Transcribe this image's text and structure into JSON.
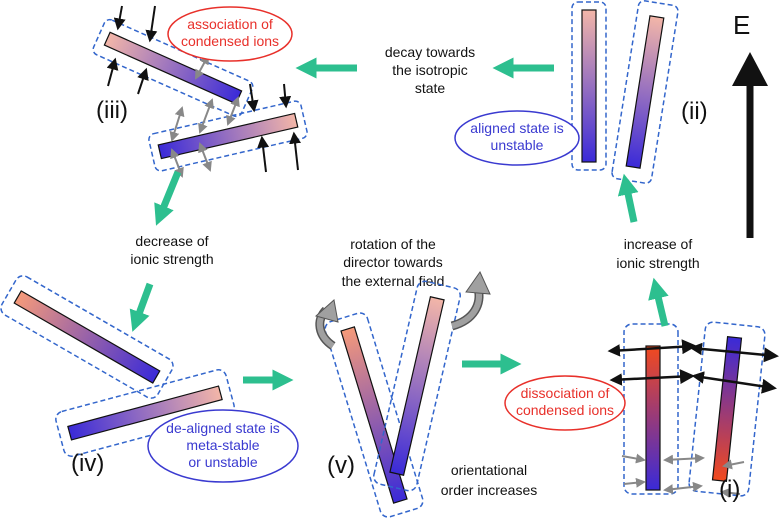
{
  "field_label": "E",
  "stages": {
    "i": "(i)",
    "ii": "(ii)",
    "iii": "(iii)",
    "iv": "(iv)",
    "v": "(v)"
  },
  "labels": {
    "decay_line1": "decay towards",
    "decay_line2": "the isotropic",
    "decay_line3": "state",
    "increase_line1": "increase of",
    "increase_line2": "ionic strength",
    "decrease_line1": "decrease of",
    "decrease_line2": "ionic strength",
    "rotation_line1": "rotation of the",
    "rotation_line2": "director towards",
    "rotation_line3": "the external field",
    "orient_line1": "orientational",
    "orient_line2": "order increases"
  },
  "callouts": {
    "association_line1": "association of",
    "association_line2": "condensed ions",
    "dissociation_line1": "dissociation of",
    "dissociation_line2": "condensed ions",
    "aligned_line1": "aligned state is",
    "aligned_line2": "unstable",
    "dealigned_line1": "de-aligned state is",
    "dealigned_line2": "meta-stable",
    "dealigned_line3": "or unstable"
  },
  "colors": {
    "transition_arrow": "#2dbf8f",
    "dashed_outline": "#3366cc",
    "red_callout": "#e8302a",
    "blue_callout": "#3a3ad0",
    "counterion_arrow": "#888888",
    "rotation_arrow": "#8a8a8a"
  }
}
